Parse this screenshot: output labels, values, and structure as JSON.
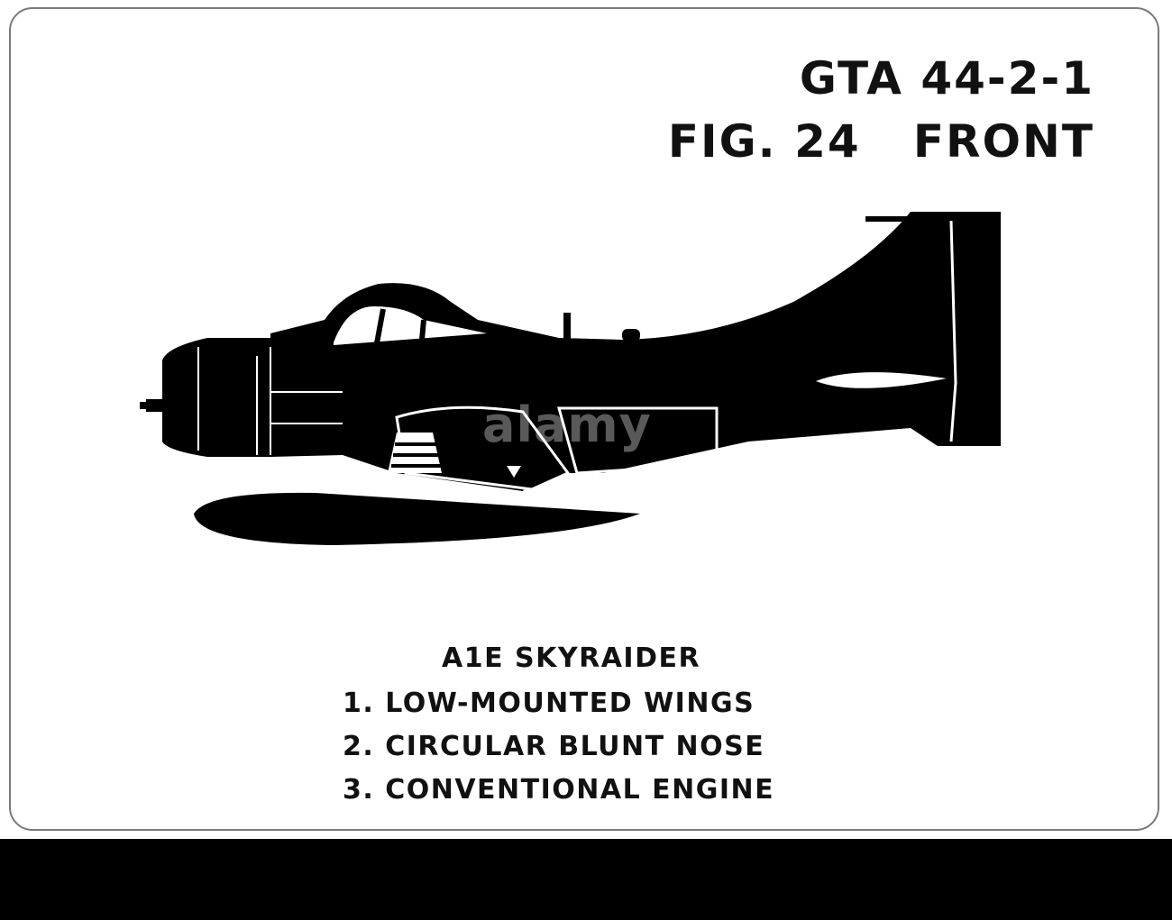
{
  "card": {
    "code_line": "GTA 44-2-1",
    "fig_line": "FIG. 24   FRONT"
  },
  "aircraft": {
    "designation": "A1E SKYRAIDER",
    "features": [
      "1. LOW-MOUNTED WINGS",
      "2. CIRCULAR BLUNT NOSE",
      "3. CONVENTIONAL ENGINE"
    ]
  },
  "watermark": {
    "logo_text": "alamy"
  },
  "footer": {
    "background_color": "#000000"
  }
}
